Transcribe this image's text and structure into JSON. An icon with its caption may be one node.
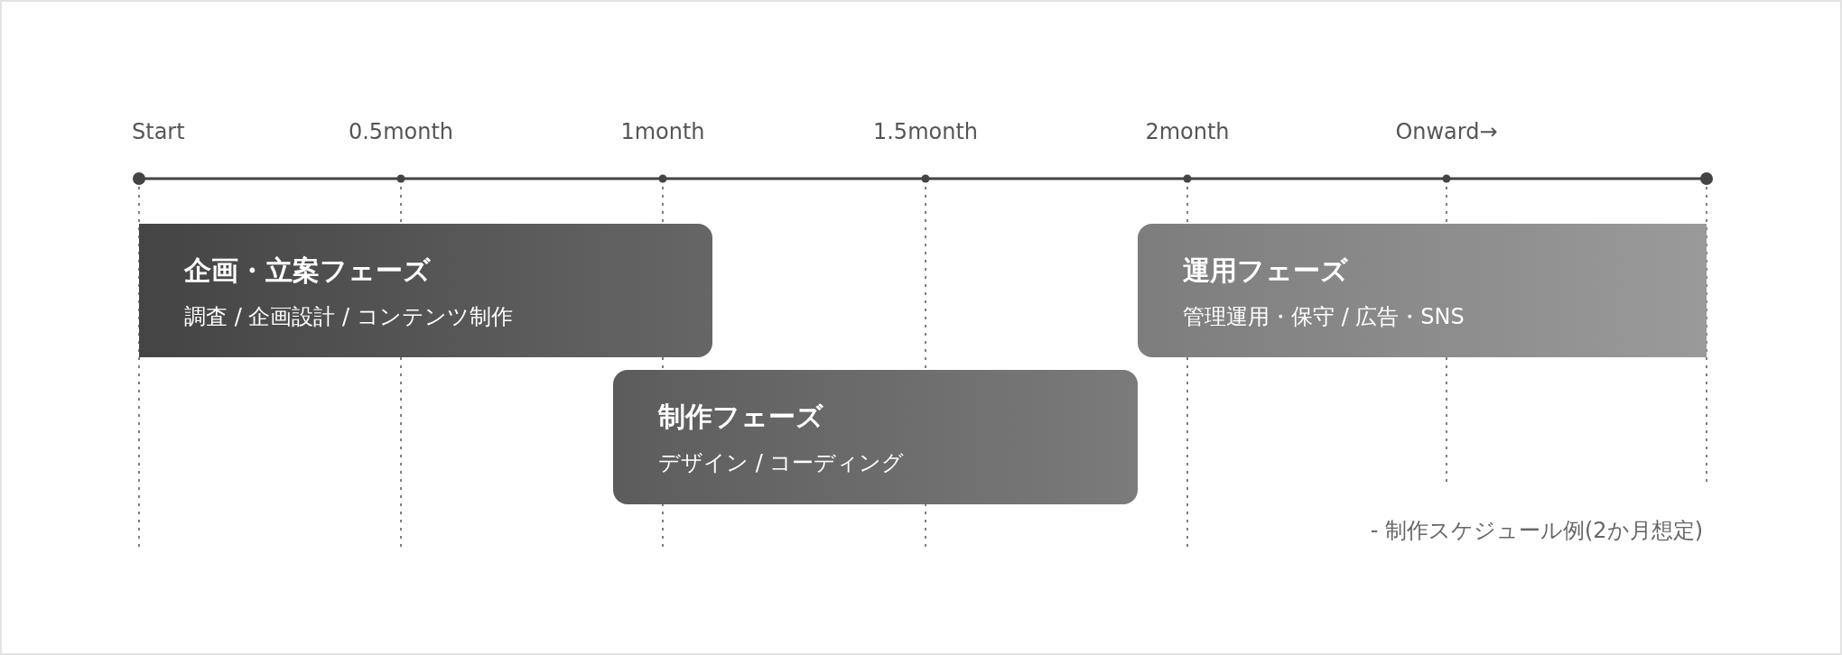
{
  "diagram": {
    "caption": "- 制作スケジュール例(2か月想定)",
    "nodes": [
      {
        "text": [
          "企画・立案フェーズ",
          "調査 / 企画設計 / コンテンツ制作"
        ]
      },
      {
        "text": [
          "制作フェーズ",
          "デザイン / コーディング"
        ]
      },
      {
        "text": [
          "運用フェーズ",
          "管理運用・保守 / 広告・SNS"
        ]
      }
    ],
    "edges": [],
    "labels": [
      "Start",
      "0.5month",
      "1month",
      "1.5month",
      "2month",
      "Onward→"
    ]
  }
}
